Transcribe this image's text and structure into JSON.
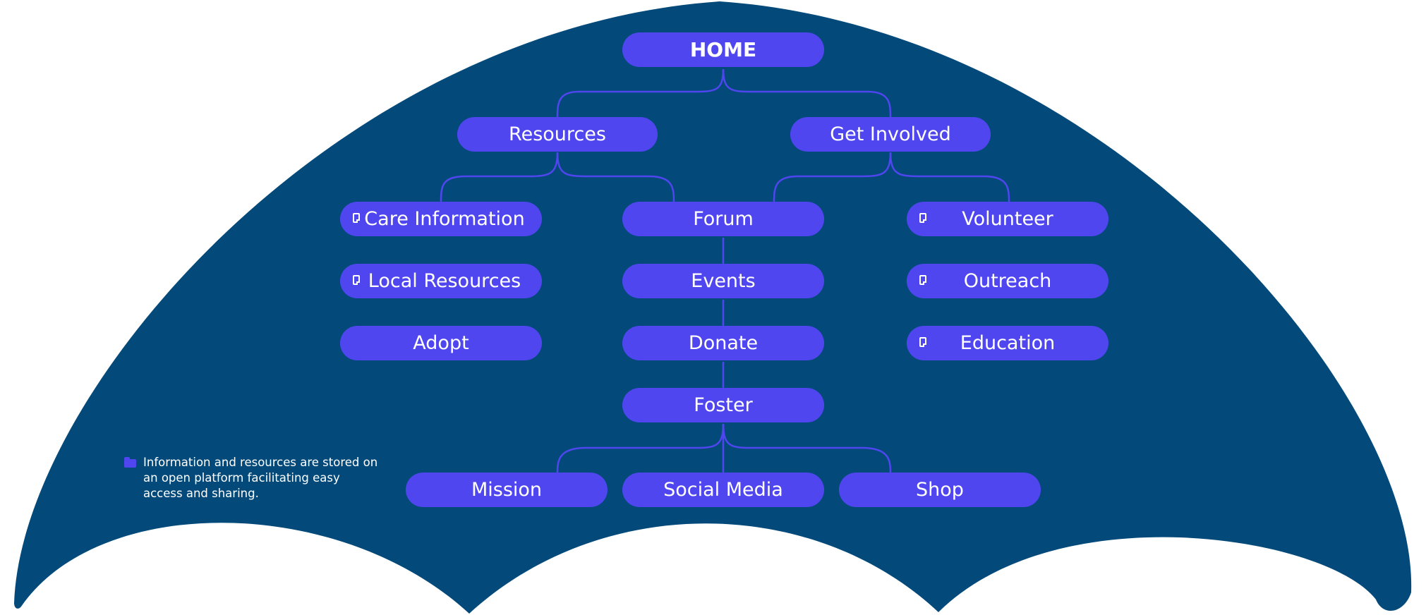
{
  "colors": {
    "background": "#ffffff",
    "umbrella": "#034a7a",
    "node": "#5046ef",
    "connector": "#5046ef",
    "text": "#ffffff"
  },
  "nodes": {
    "home": "HOME",
    "resources": "Resources",
    "get_involved": "Get Involved",
    "care_information": "Care Information",
    "local_resources": "Local Resources",
    "adopt": "Adopt",
    "forum": "Forum",
    "events": "Events",
    "donate": "Donate",
    "foster": "Foster",
    "volunteer": "Volunteer",
    "outreach": "Outreach",
    "education": "Education",
    "mission": "Mission",
    "social_media": "Social Media",
    "shop": "Shop"
  },
  "icons": {
    "document": "document-icon",
    "folder": "folder-icon"
  },
  "legend": {
    "text": "Information and resources are stored on an open platform facilitating easy access and sharing."
  }
}
